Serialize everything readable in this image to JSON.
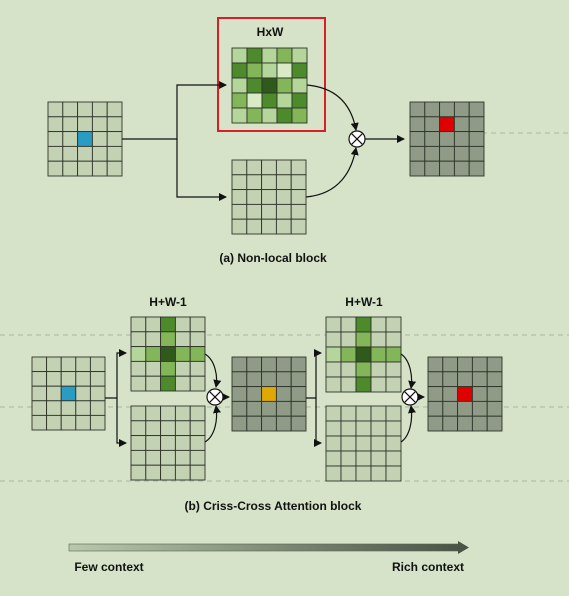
{
  "colors": {
    "background": "#d6e3c8",
    "grid_light": "#c4d2b4",
    "grid_gray": "#8f9b86",
    "grid_line": "#2e3329",
    "query_cyan": "#2a9cc4",
    "output_red": "#e00000",
    "intermediate_gold": "#e0a800",
    "highlight_box": "#d81f26",
    "green_dark": "#2f5a1c",
    "green_mid": "#4d8a2c",
    "green_light": "#82b658",
    "green_pale": "#b4d69a",
    "green_faint": "#d8ebc6"
  },
  "labels": {
    "nonlocal_matrix": "HxW",
    "nonlocal_caption": "(a) Non-local block",
    "cca_matrix_1": "H+W-1",
    "cca_matrix_2": "H+W-1",
    "cca_caption": "(b) Criss-Cross Attention block",
    "context_low": "Few context",
    "context_high": "Rich context"
  },
  "icons": {
    "operator": "circled-times-icon"
  }
}
